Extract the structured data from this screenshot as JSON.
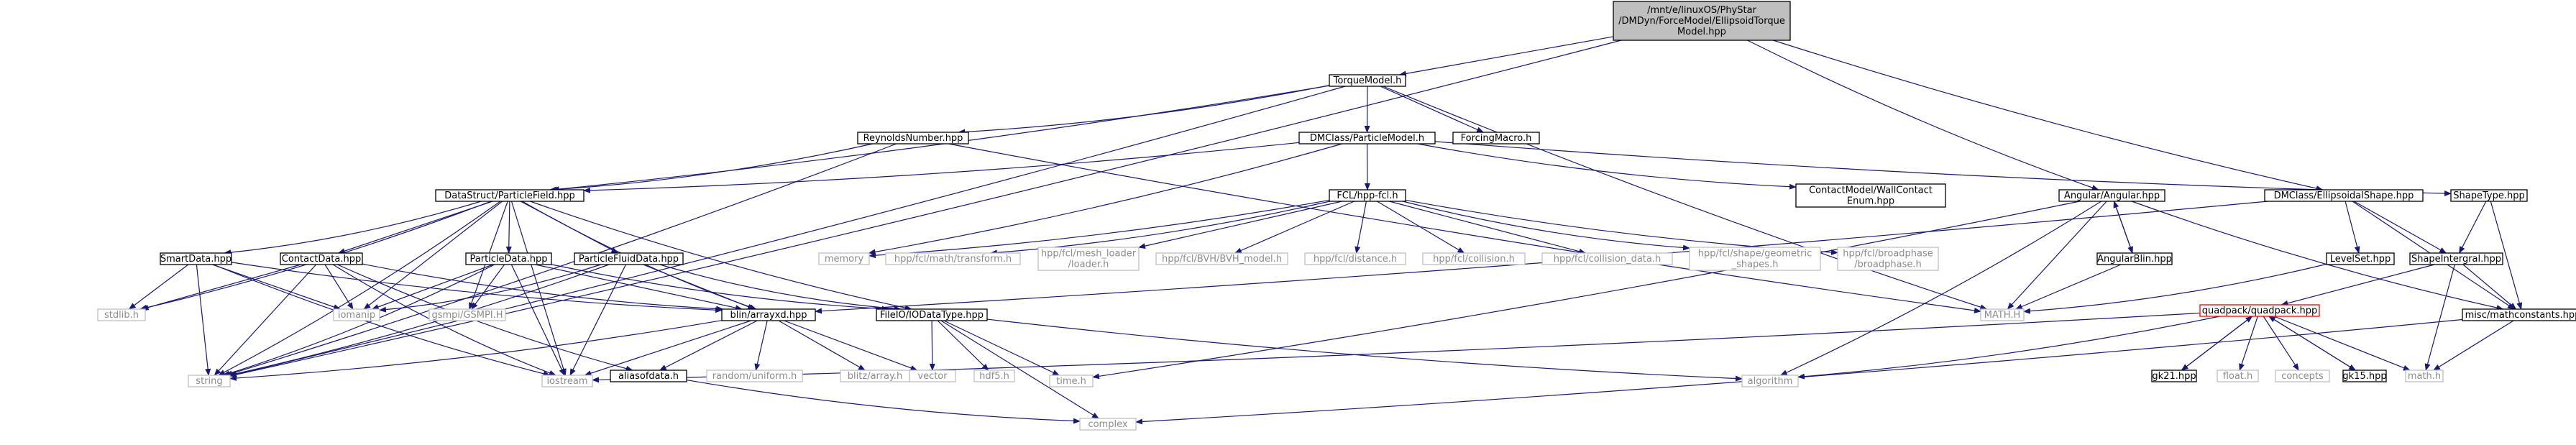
{
  "colors": {
    "edge": "#191970",
    "root_fill": "#bfbfbf",
    "root_border": "#000000",
    "node_border": "#000000",
    "external_border": "#bfbfbf",
    "external_text": "#8c8c8c",
    "error_border": "#ff0000"
  },
  "nodes": [
    {
      "id": "root",
      "lines": [
        "/mnt/e/linuxOS/PhyStar",
        "/DMDyn/ForceModel/EllipsoidTorque",
        "Model.hpp"
      ],
      "style": "root"
    },
    {
      "id": "torquemodel",
      "lines": [
        "TorqueModel.h"
      ],
      "style": "normal"
    },
    {
      "id": "reynolds",
      "lines": [
        "ReynoldsNumber.hpp"
      ],
      "style": "normal"
    },
    {
      "id": "particlemodel",
      "lines": [
        "DMClass/ParticleModel.h"
      ],
      "style": "normal"
    },
    {
      "id": "forcingmacro",
      "lines": [
        "ForcingMacro.h"
      ],
      "style": "normal"
    },
    {
      "id": "angular",
      "lines": [
        "Angular/Angular.hpp"
      ],
      "style": "normal"
    },
    {
      "id": "ellipsoidalshape",
      "lines": [
        "DMClass/EllipsoidalShape.hpp"
      ],
      "style": "normal"
    },
    {
      "id": "particlefield",
      "lines": [
        "DataStruct/ParticleField.hpp"
      ],
      "style": "normal"
    },
    {
      "id": "fclhpp",
      "lines": [
        "FCL/hpp-fcl.h"
      ],
      "style": "normal"
    },
    {
      "id": "wallcontact",
      "lines": [
        "ContactModel/WallContact",
        "Enum.hpp"
      ],
      "style": "normal"
    },
    {
      "id": "shapetype",
      "lines": [
        "ShapeType.hpp"
      ],
      "style": "normal"
    },
    {
      "id": "smartdata",
      "lines": [
        "SmartData.hpp"
      ],
      "style": "normal"
    },
    {
      "id": "contactdata",
      "lines": [
        "ContactData.hpp"
      ],
      "style": "normal"
    },
    {
      "id": "particledata",
      "lines": [
        "ParticleData.hpp"
      ],
      "style": "normal"
    },
    {
      "id": "particlefluid",
      "lines": [
        "ParticleFluidData.hpp"
      ],
      "style": "normal"
    },
    {
      "id": "memory",
      "lines": [
        "memory"
      ],
      "style": "external"
    },
    {
      "id": "fcltransform",
      "lines": [
        "hpp/fcl/math/transform.h"
      ],
      "style": "external"
    },
    {
      "id": "fclmesh",
      "lines": [
        "hpp/fcl/mesh_loader",
        "/loader.h"
      ],
      "style": "external"
    },
    {
      "id": "fclbvh",
      "lines": [
        "hpp/fcl/BVH/BVH_model.h"
      ],
      "style": "external"
    },
    {
      "id": "fcldistance",
      "lines": [
        "hpp/fcl/distance.h"
      ],
      "style": "external"
    },
    {
      "id": "fclcollision",
      "lines": [
        "hpp/fcl/collision.h"
      ],
      "style": "external"
    },
    {
      "id": "fclcollisiondata",
      "lines": [
        "hpp/fcl/collision_data.h"
      ],
      "style": "external"
    },
    {
      "id": "fclgeometric",
      "lines": [
        "hpp/fcl/shape/geometric",
        "_shapes.h"
      ],
      "style": "external"
    },
    {
      "id": "fclbroadphase",
      "lines": [
        "hpp/fcl/broadphase",
        "/broadphase.h"
      ],
      "style": "external"
    },
    {
      "id": "angularblin",
      "lines": [
        "AngularBlin.hpp"
      ],
      "style": "normal"
    },
    {
      "id": "levelset",
      "lines": [
        "LevelSet.hpp"
      ],
      "style": "normal"
    },
    {
      "id": "shapeintergral",
      "lines": [
        "ShapeIntergral.hpp"
      ],
      "style": "normal"
    },
    {
      "id": "stdlib",
      "lines": [
        "stdlib.h"
      ],
      "style": "external"
    },
    {
      "id": "iomanip",
      "lines": [
        "iomanip"
      ],
      "style": "external"
    },
    {
      "id": "gsmpi",
      "lines": [
        "gsmpi/GSMPI.H"
      ],
      "style": "external"
    },
    {
      "id": "blinarrayxd",
      "lines": [
        "blin/arrayxd.hpp"
      ],
      "style": "normal"
    },
    {
      "id": "fileio",
      "lines": [
        "FileIO/IODataType.hpp"
      ],
      "style": "normal"
    },
    {
      "id": "mathH",
      "lines": [
        "MATH.H"
      ],
      "style": "external"
    },
    {
      "id": "quadpack",
      "lines": [
        "quadpack/quadpack.hpp"
      ],
      "style": "error"
    },
    {
      "id": "mathconstants",
      "lines": [
        "misc/mathconstants.hpp"
      ],
      "style": "normal"
    },
    {
      "id": "string",
      "lines": [
        "string"
      ],
      "style": "external"
    },
    {
      "id": "iostream",
      "lines": [
        "iostream"
      ],
      "style": "external"
    },
    {
      "id": "aliasofdata",
      "lines": [
        "aliasofdata.h"
      ],
      "style": "normal"
    },
    {
      "id": "randomuniform",
      "lines": [
        "random/uniform.h"
      ],
      "style": "external"
    },
    {
      "id": "blitzarray",
      "lines": [
        "blitz/array.h"
      ],
      "style": "external"
    },
    {
      "id": "vector",
      "lines": [
        "vector"
      ],
      "style": "external"
    },
    {
      "id": "hdf5",
      "lines": [
        "hdf5.h"
      ],
      "style": "external"
    },
    {
      "id": "timeh",
      "lines": [
        "time.h"
      ],
      "style": "external"
    },
    {
      "id": "algorithm",
      "lines": [
        "algorithm"
      ],
      "style": "external"
    },
    {
      "id": "gk21",
      "lines": [
        "gk21.hpp"
      ],
      "style": "normal"
    },
    {
      "id": "floath",
      "lines": [
        "float.h"
      ],
      "style": "external"
    },
    {
      "id": "concepts",
      "lines": [
        "concepts"
      ],
      "style": "external"
    },
    {
      "id": "gk15",
      "lines": [
        "gk15.hpp"
      ],
      "style": "normal"
    },
    {
      "id": "mathh",
      "lines": [
        "math.h"
      ],
      "style": "external"
    },
    {
      "id": "complex",
      "lines": [
        "complex"
      ],
      "style": "external"
    }
  ],
  "edges": [
    [
      "root",
      "torquemodel"
    ],
    [
      "root",
      "angular"
    ],
    [
      "root",
      "ellipsoidalshape"
    ],
    [
      "root",
      "string"
    ],
    [
      "torquemodel",
      "reynolds"
    ],
    [
      "torquemodel",
      "particlemodel"
    ],
    [
      "torquemodel",
      "forcingmacro"
    ],
    [
      "torquemodel",
      "particlefield"
    ],
    [
      "torquemodel",
      "mathH"
    ],
    [
      "torquemodel",
      "string"
    ],
    [
      "reynolds",
      "particlefield"
    ],
    [
      "reynolds",
      "mathH"
    ],
    [
      "reynolds",
      "string"
    ],
    [
      "particlemodel",
      "fclhpp"
    ],
    [
      "particlemodel",
      "wallcontact"
    ],
    [
      "particlemodel",
      "shapetype"
    ],
    [
      "particlemodel",
      "memory"
    ],
    [
      "particlemodel",
      "particlefield"
    ],
    [
      "particlefield",
      "smartdata"
    ],
    [
      "particlefield",
      "contactdata"
    ],
    [
      "particlefield",
      "particledata"
    ],
    [
      "particlefield",
      "particlefluid"
    ],
    [
      "particlefield",
      "blinarrayxd"
    ],
    [
      "particlefield",
      "fileio"
    ],
    [
      "particlefield",
      "stdlib"
    ],
    [
      "particlefield",
      "iomanip"
    ],
    [
      "particlefield",
      "gsmpi"
    ],
    [
      "particlefield",
      "string"
    ],
    [
      "particlefield",
      "iostream"
    ],
    [
      "fclhpp",
      "memory"
    ],
    [
      "fclhpp",
      "fcltransform"
    ],
    [
      "fclhpp",
      "fclmesh"
    ],
    [
      "fclhpp",
      "fclbvh"
    ],
    [
      "fclhpp",
      "fcldistance"
    ],
    [
      "fclhpp",
      "fclcollision"
    ],
    [
      "fclhpp",
      "fclcollisiondata"
    ],
    [
      "fclhpp",
      "fclgeometric"
    ],
    [
      "fclhpp",
      "fclbroadphase"
    ],
    [
      "angular",
      "angularblin"
    ],
    [
      "angular",
      "mathH"
    ],
    [
      "angular",
      "mathconstants"
    ],
    [
      "angular",
      "timeh"
    ],
    [
      "angular",
      "algorithm"
    ],
    [
      "angularblin",
      "angular"
    ],
    [
      "angularblin",
      "mathH"
    ],
    [
      "ellipsoidalshape",
      "levelset"
    ],
    [
      "ellipsoidalshape",
      "shapeintergral"
    ],
    [
      "ellipsoidalshape",
      "mathconstants"
    ],
    [
      "ellipsoidalshape",
      "blinarrayxd"
    ],
    [
      "shapetype",
      "shapeintergral"
    ],
    [
      "shapetype",
      "mathconstants"
    ],
    [
      "levelset",
      "mathH"
    ],
    [
      "shapeintergral",
      "quadpack"
    ],
    [
      "shapeintergral",
      "mathconstants"
    ],
    [
      "shapeintergral",
      "mathh"
    ],
    [
      "smartdata",
      "stdlib"
    ],
    [
      "smartdata",
      "iomanip"
    ],
    [
      "smartdata",
      "string"
    ],
    [
      "smartdata",
      "iostream"
    ],
    [
      "smartdata",
      "blinarrayxd"
    ],
    [
      "contactdata",
      "stdlib"
    ],
    [
      "contactdata",
      "iomanip"
    ],
    [
      "contactdata",
      "string"
    ],
    [
      "contactdata",
      "iostream"
    ],
    [
      "contactdata",
      "blinarrayxd"
    ],
    [
      "contactdata",
      "aliasofdata"
    ],
    [
      "particledata",
      "iomanip"
    ],
    [
      "particledata",
      "gsmpi"
    ],
    [
      "particledata",
      "string"
    ],
    [
      "particledata",
      "iostream"
    ],
    [
      "particledata",
      "blinarrayxd"
    ],
    [
      "particledata",
      "fileio"
    ],
    [
      "particlefluid",
      "iomanip"
    ],
    [
      "particlefluid",
      "string"
    ],
    [
      "particlefluid",
      "iostream"
    ],
    [
      "particlefluid",
      "blinarrayxd"
    ],
    [
      "particlefluid",
      "fileio"
    ],
    [
      "blinarrayxd",
      "string"
    ],
    [
      "blinarrayxd",
      "aliasofdata"
    ],
    [
      "blinarrayxd",
      "randomuniform"
    ],
    [
      "blinarrayxd",
      "blitzarray"
    ],
    [
      "blinarrayxd",
      "vector"
    ],
    [
      "blinarrayxd",
      "iostream"
    ],
    [
      "fileio",
      "vector"
    ],
    [
      "fileio",
      "hdf5"
    ],
    [
      "fileio",
      "timeh"
    ],
    [
      "fileio",
      "complex"
    ],
    [
      "fileio",
      "algorithm"
    ],
    [
      "aliasofdata",
      "complex"
    ],
    [
      "quadpack",
      "gk21"
    ],
    [
      "quadpack",
      "gk15"
    ],
    [
      "quadpack",
      "algorithm"
    ],
    [
      "quadpack",
      "floath"
    ],
    [
      "quadpack",
      "concepts"
    ],
    [
      "quadpack",
      "mathh"
    ],
    [
      "quadpack",
      "iostream"
    ],
    [
      "gk21",
      "quadpack"
    ],
    [
      "gk15",
      "quadpack"
    ],
    [
      "mathconstants",
      "mathh"
    ],
    [
      "mathconstants",
      "complex"
    ]
  ]
}
